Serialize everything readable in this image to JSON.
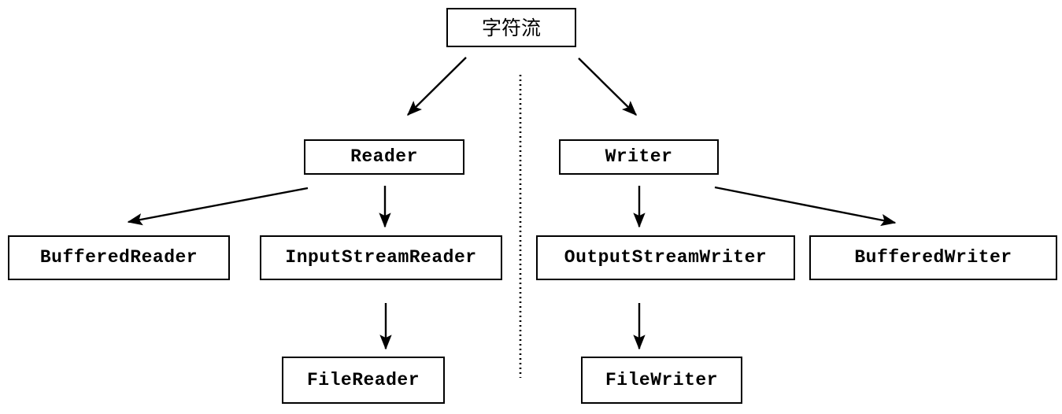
{
  "diagram": {
    "title": "字符流",
    "divider": "vertical-dotted-separator",
    "nodes": {
      "root": "字符流",
      "reader": "Reader",
      "writer": "Writer",
      "buffered_reader": "BufferedReader",
      "input_stream_reader": "InputStreamReader",
      "output_stream_writer": "OutputStreamWriter",
      "buffered_writer": "BufferedWriter",
      "file_reader": "FileReader",
      "file_writer": "FileWriter"
    },
    "edges": [
      {
        "from": "字符流",
        "to": "Reader",
        "style": "diagonal-arrow"
      },
      {
        "from": "字符流",
        "to": "Writer",
        "style": "diagonal-arrow"
      },
      {
        "from": "Reader",
        "to": "BufferedReader",
        "style": "diagonal-arrow"
      },
      {
        "from": "Reader",
        "to": "InputStreamReader",
        "style": "vertical-arrow"
      },
      {
        "from": "InputStreamReader",
        "to": "FileReader",
        "style": "vertical-arrow"
      },
      {
        "from": "Writer",
        "to": "OutputStreamWriter",
        "style": "vertical-arrow"
      },
      {
        "from": "Writer",
        "to": "BufferedWriter",
        "style": "diagonal-arrow"
      },
      {
        "from": "OutputStreamWriter",
        "to": "FileWriter",
        "style": "vertical-arrow"
      }
    ],
    "colors": {
      "stroke": "#000000",
      "background": "#ffffff",
      "text": "#000000"
    }
  }
}
